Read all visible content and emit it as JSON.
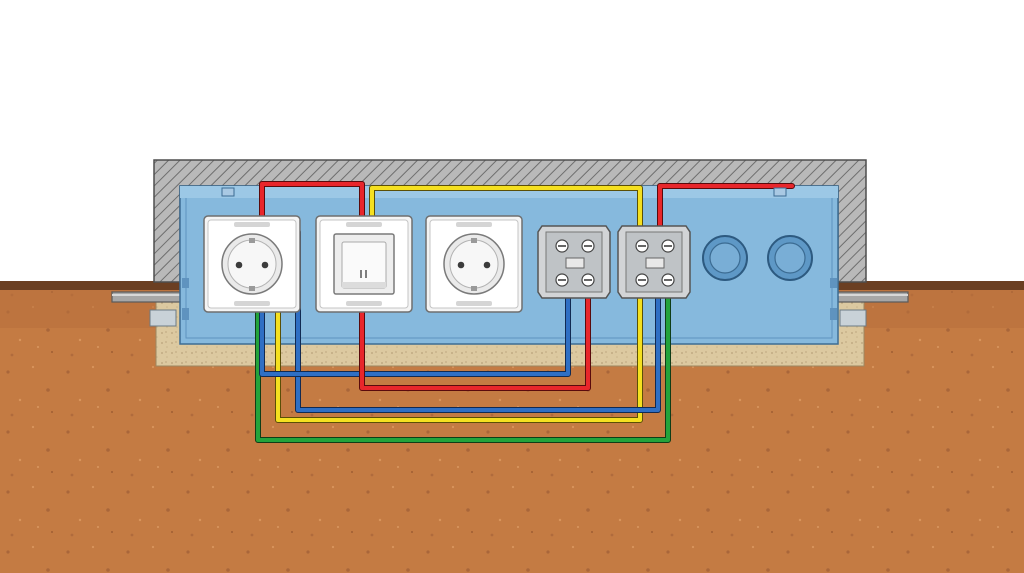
{
  "diagram": {
    "components": [
      {
        "kind": "socket",
        "icon": "schuko-socket-icon"
      },
      {
        "kind": "switch",
        "icon": "rocker-switch-icon",
        "marking": "II"
      },
      {
        "kind": "socket",
        "icon": "schuko-socket-icon"
      },
      {
        "kind": "terminal-block",
        "icon": "terminal-block-icon"
      },
      {
        "kind": "terminal-block",
        "icon": "terminal-block-icon"
      },
      {
        "kind": "knockout",
        "icon": "knockout-hole-icon"
      },
      {
        "kind": "knockout",
        "icon": "knockout-hole-icon"
      }
    ],
    "wires": [
      {
        "name": "red",
        "color": "#e8262b"
      },
      {
        "name": "yellow",
        "color": "#f5e020"
      },
      {
        "name": "blue",
        "color": "#2f6fc4"
      },
      {
        "name": "green",
        "color": "#23a33b"
      }
    ],
    "colors": {
      "sky": "#ffffff",
      "soil": "#c47b43",
      "soil_dark": "#6b3f22",
      "box_interior": "#86b9dd",
      "box_frame": "#9a9a9a",
      "bedding": "#dcc9a0"
    }
  }
}
